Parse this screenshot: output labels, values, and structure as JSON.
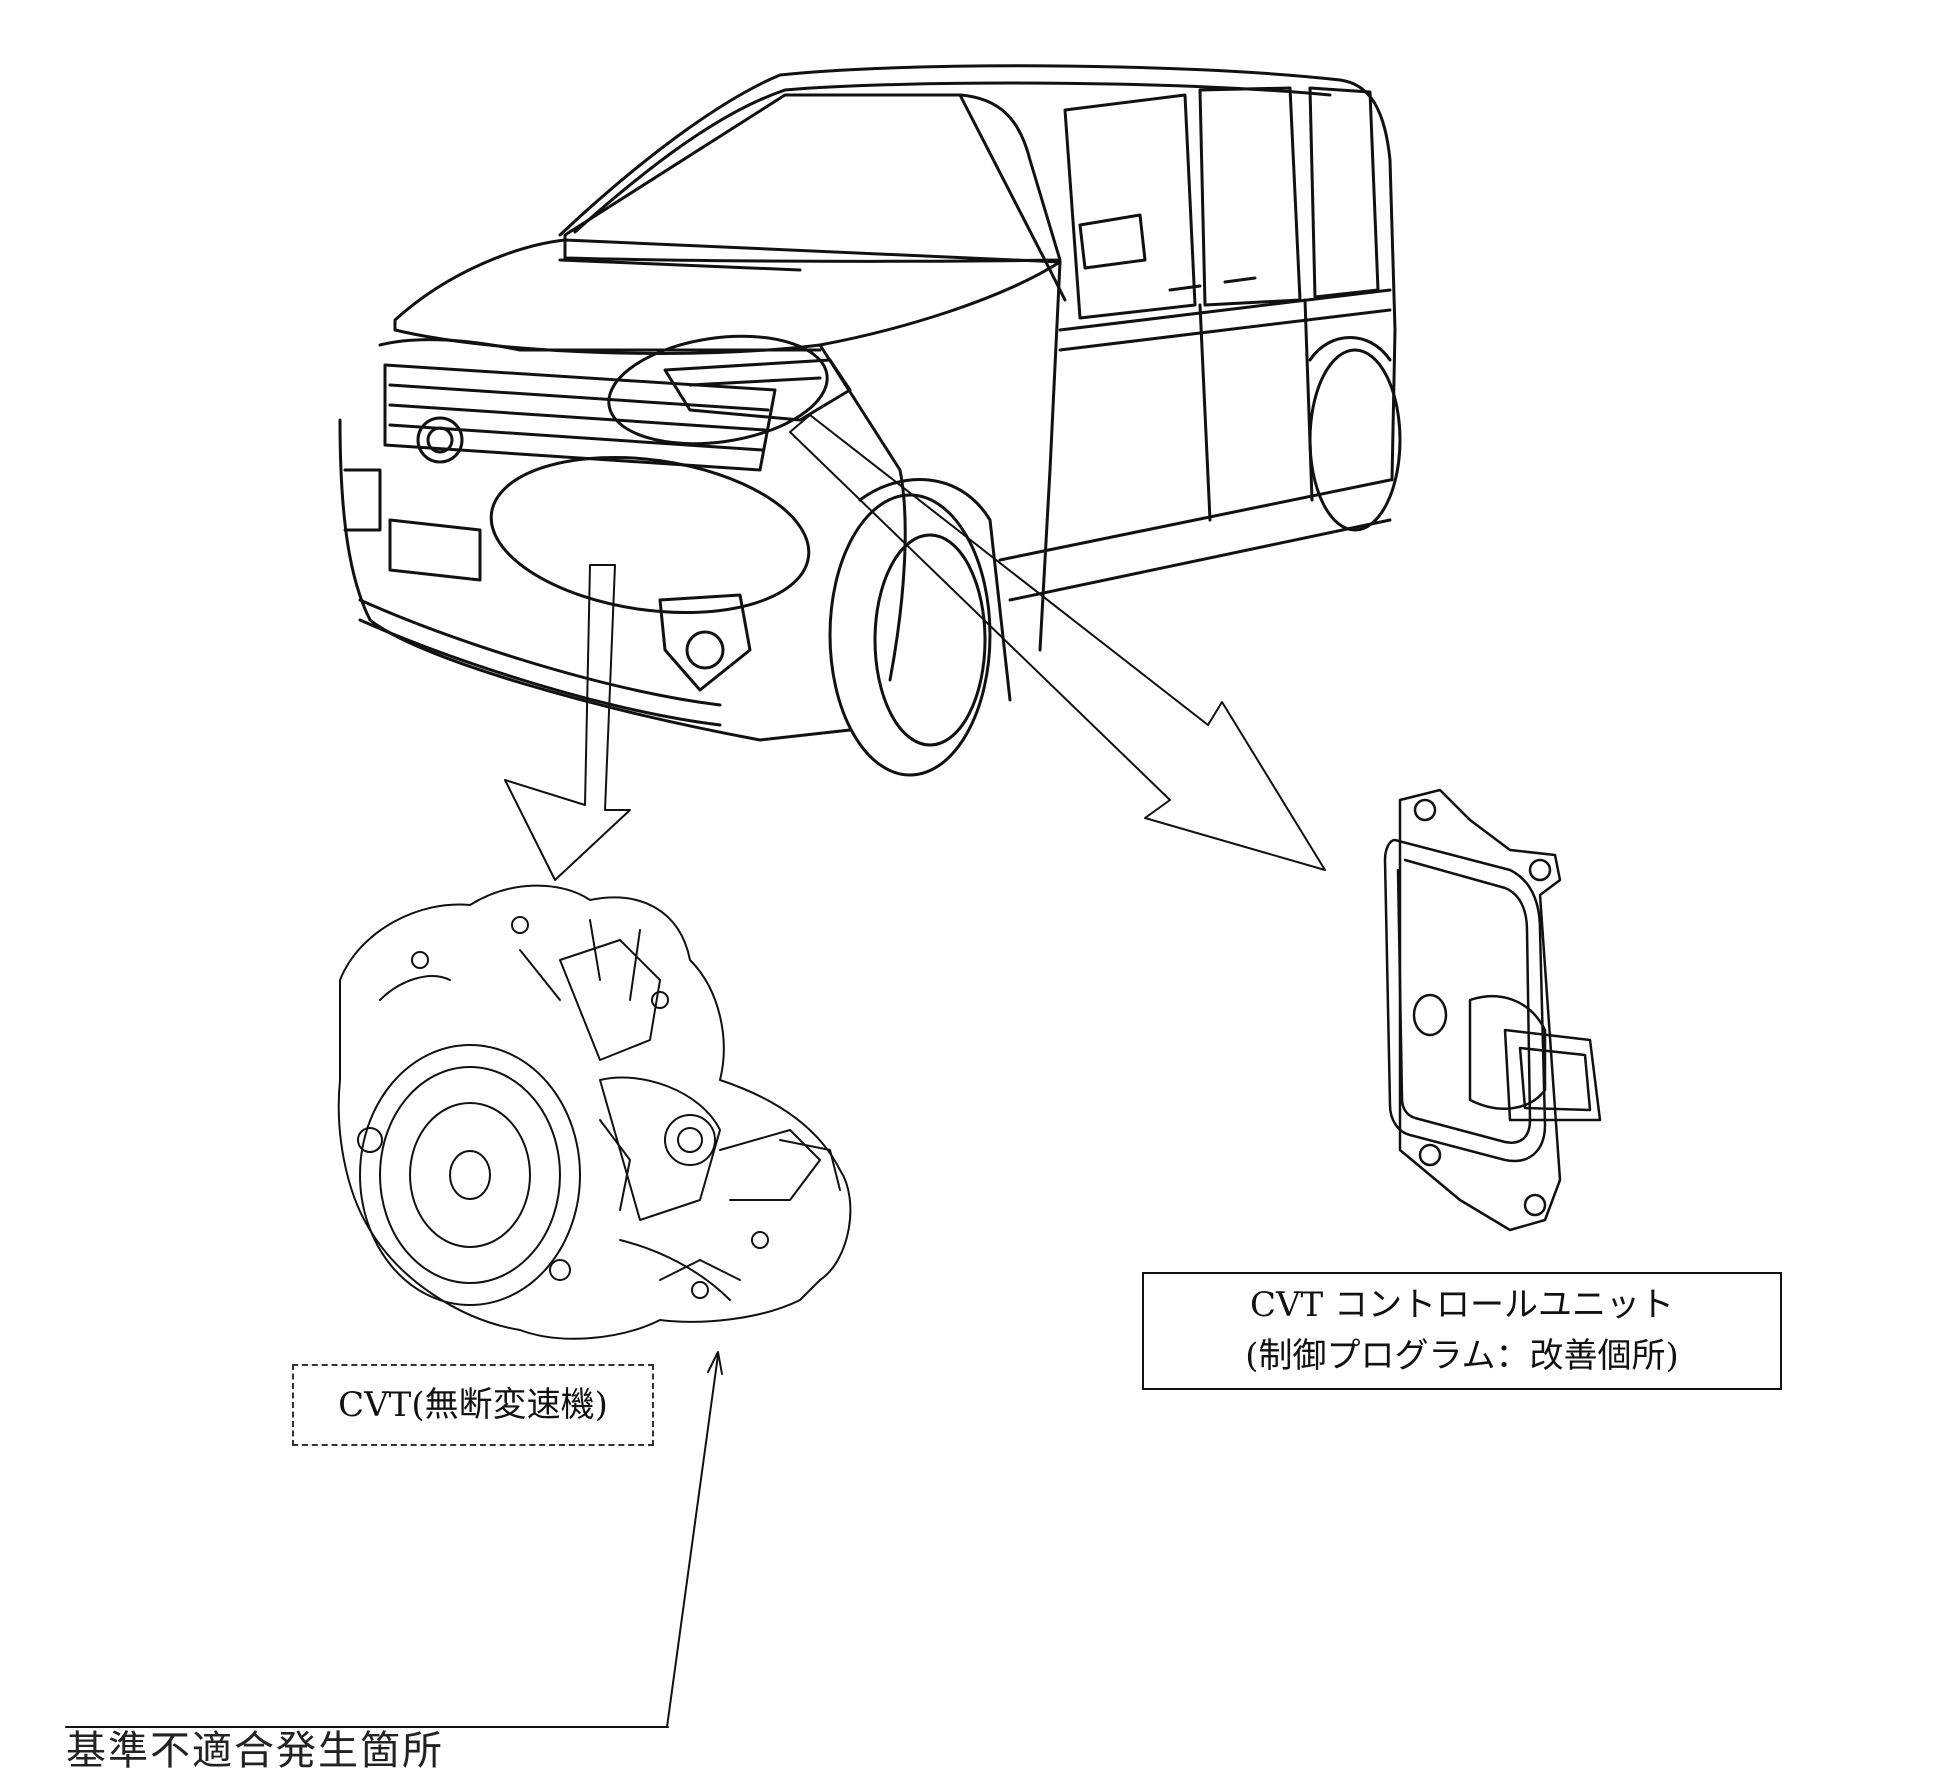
{
  "labels": {
    "cvt": "CVT(無断変速機)",
    "ecu_line1": "CVT コントロールユニット",
    "ecu_line2": "(制御プログラム：改善個所)",
    "defect_location": "基準不適合発生箇所"
  },
  "colors": {
    "line": "#111111",
    "background": "#ffffff"
  },
  "icons": [
    "van-illustration",
    "transmission-illustration",
    "control-unit-illustration",
    "arrow"
  ]
}
